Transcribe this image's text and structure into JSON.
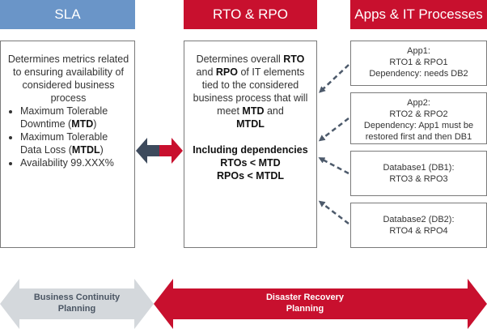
{
  "colors": {
    "sla_header": "#6a95c8",
    "red": "#c8102e",
    "dark_arrow": "#3d4a5c",
    "gray_arrow": "#d4d8dc",
    "dash": "#4d5a6b"
  },
  "headers": {
    "sla": "SLA",
    "rto_rpo": "RTO & RPO",
    "apps": "Apps & IT Processes"
  },
  "sla_box": {
    "intro": "Determines metrics related to ensuring availability of considered business process",
    "bullets": [
      {
        "pre": "Maximum Tolerable Downtime (",
        "bold": "MTD",
        "post": ")"
      },
      {
        "pre": "Maximum Tolerable Data Loss (",
        "bold": "MTDL",
        "post": ")"
      },
      {
        "pre": "Availability 99.XXX%",
        "bold": "",
        "post": ""
      }
    ]
  },
  "rto_box": {
    "p1_a": "Determines overall ",
    "p1_b": "RTO",
    "p1_c": " and ",
    "p1_d": "RPO",
    "p1_e": " of IT elements tied to the considered business process that will meet ",
    "p1_f": "MTD",
    "p1_g": " and ",
    "p1_h": "MTDL",
    "including": "Including dependencies",
    "rto_line": "RTOs < MTD",
    "rpo_line": "RPOs < MTDL"
  },
  "apps": [
    {
      "title": "App1:",
      "line1": "RTO1 & RPO1",
      "line2": "Dependency: needs DB2"
    },
    {
      "title": "App2:",
      "line1": "RTO2 & RPO2",
      "line2": "Dependency: App1 must be restored first and then DB1"
    },
    {
      "title": "Database1 (DB1):",
      "line1": "RTO3 & RPO3",
      "line2": ""
    },
    {
      "title": "Database2 (DB2):",
      "line1": "RTO4 & RPO4",
      "line2": ""
    }
  ],
  "bottom": {
    "bcp": "Business Continuity Planning",
    "drp": "Disaster Recovery Planning"
  }
}
